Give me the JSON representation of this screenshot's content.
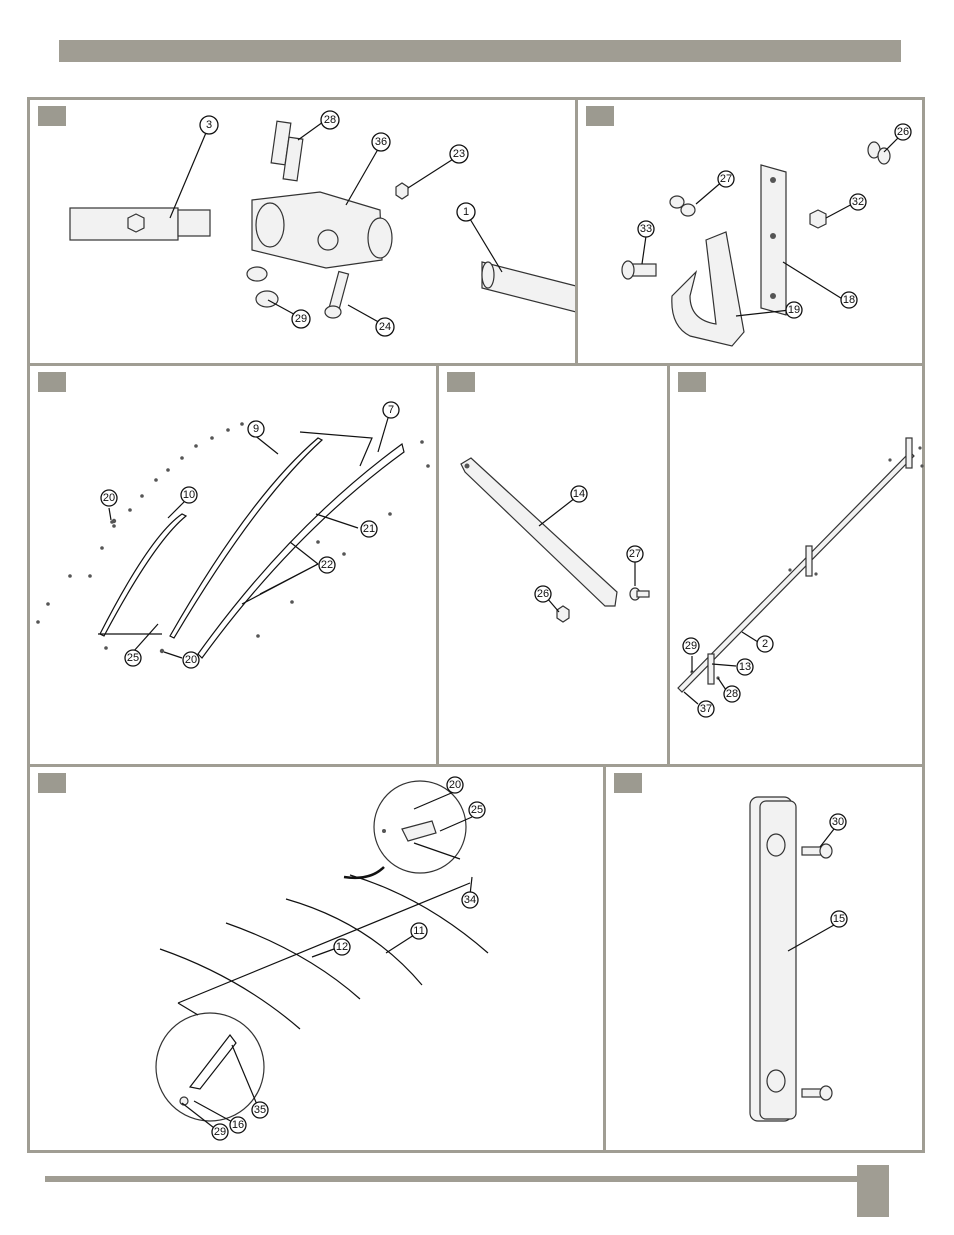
{
  "panels": [
    {
      "id": "panel-1",
      "callouts": [
        "3",
        "28",
        "36",
        "23",
        "1",
        "29",
        "24"
      ]
    },
    {
      "id": "panel-2",
      "callouts": [
        "26",
        "27",
        "32",
        "33",
        "18",
        "19"
      ]
    },
    {
      "id": "panel-3",
      "callouts": [
        "9",
        "7",
        "20",
        "10",
        "21",
        "22",
        "25",
        "20"
      ]
    },
    {
      "id": "panel-4",
      "callouts": [
        "14",
        "27",
        "26"
      ]
    },
    {
      "id": "panel-5",
      "callouts": [
        "2",
        "29",
        "13",
        "28",
        "37"
      ]
    },
    {
      "id": "panel-6",
      "callouts": [
        "20",
        "25",
        "34",
        "11",
        "12",
        "35",
        "16",
        "29"
      ]
    },
    {
      "id": "panel-7",
      "callouts": [
        "30",
        "15"
      ]
    }
  ],
  "colors": {
    "bar": "#a09d93",
    "tag": "#9c9a90"
  }
}
